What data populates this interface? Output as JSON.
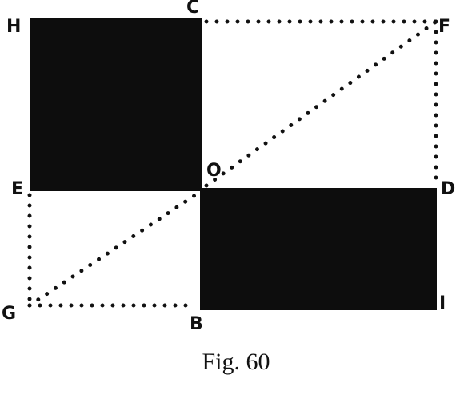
{
  "labels": {
    "H": "H",
    "C": "C",
    "F": "F",
    "E": "E",
    "O": "O",
    "D": "D",
    "G": "G",
    "B": "B",
    "I": "I"
  },
  "caption": "Fig. 60",
  "colors": {
    "ink": "#111111",
    "fill": "#0d0d0d",
    "background": "#ffffff"
  }
}
